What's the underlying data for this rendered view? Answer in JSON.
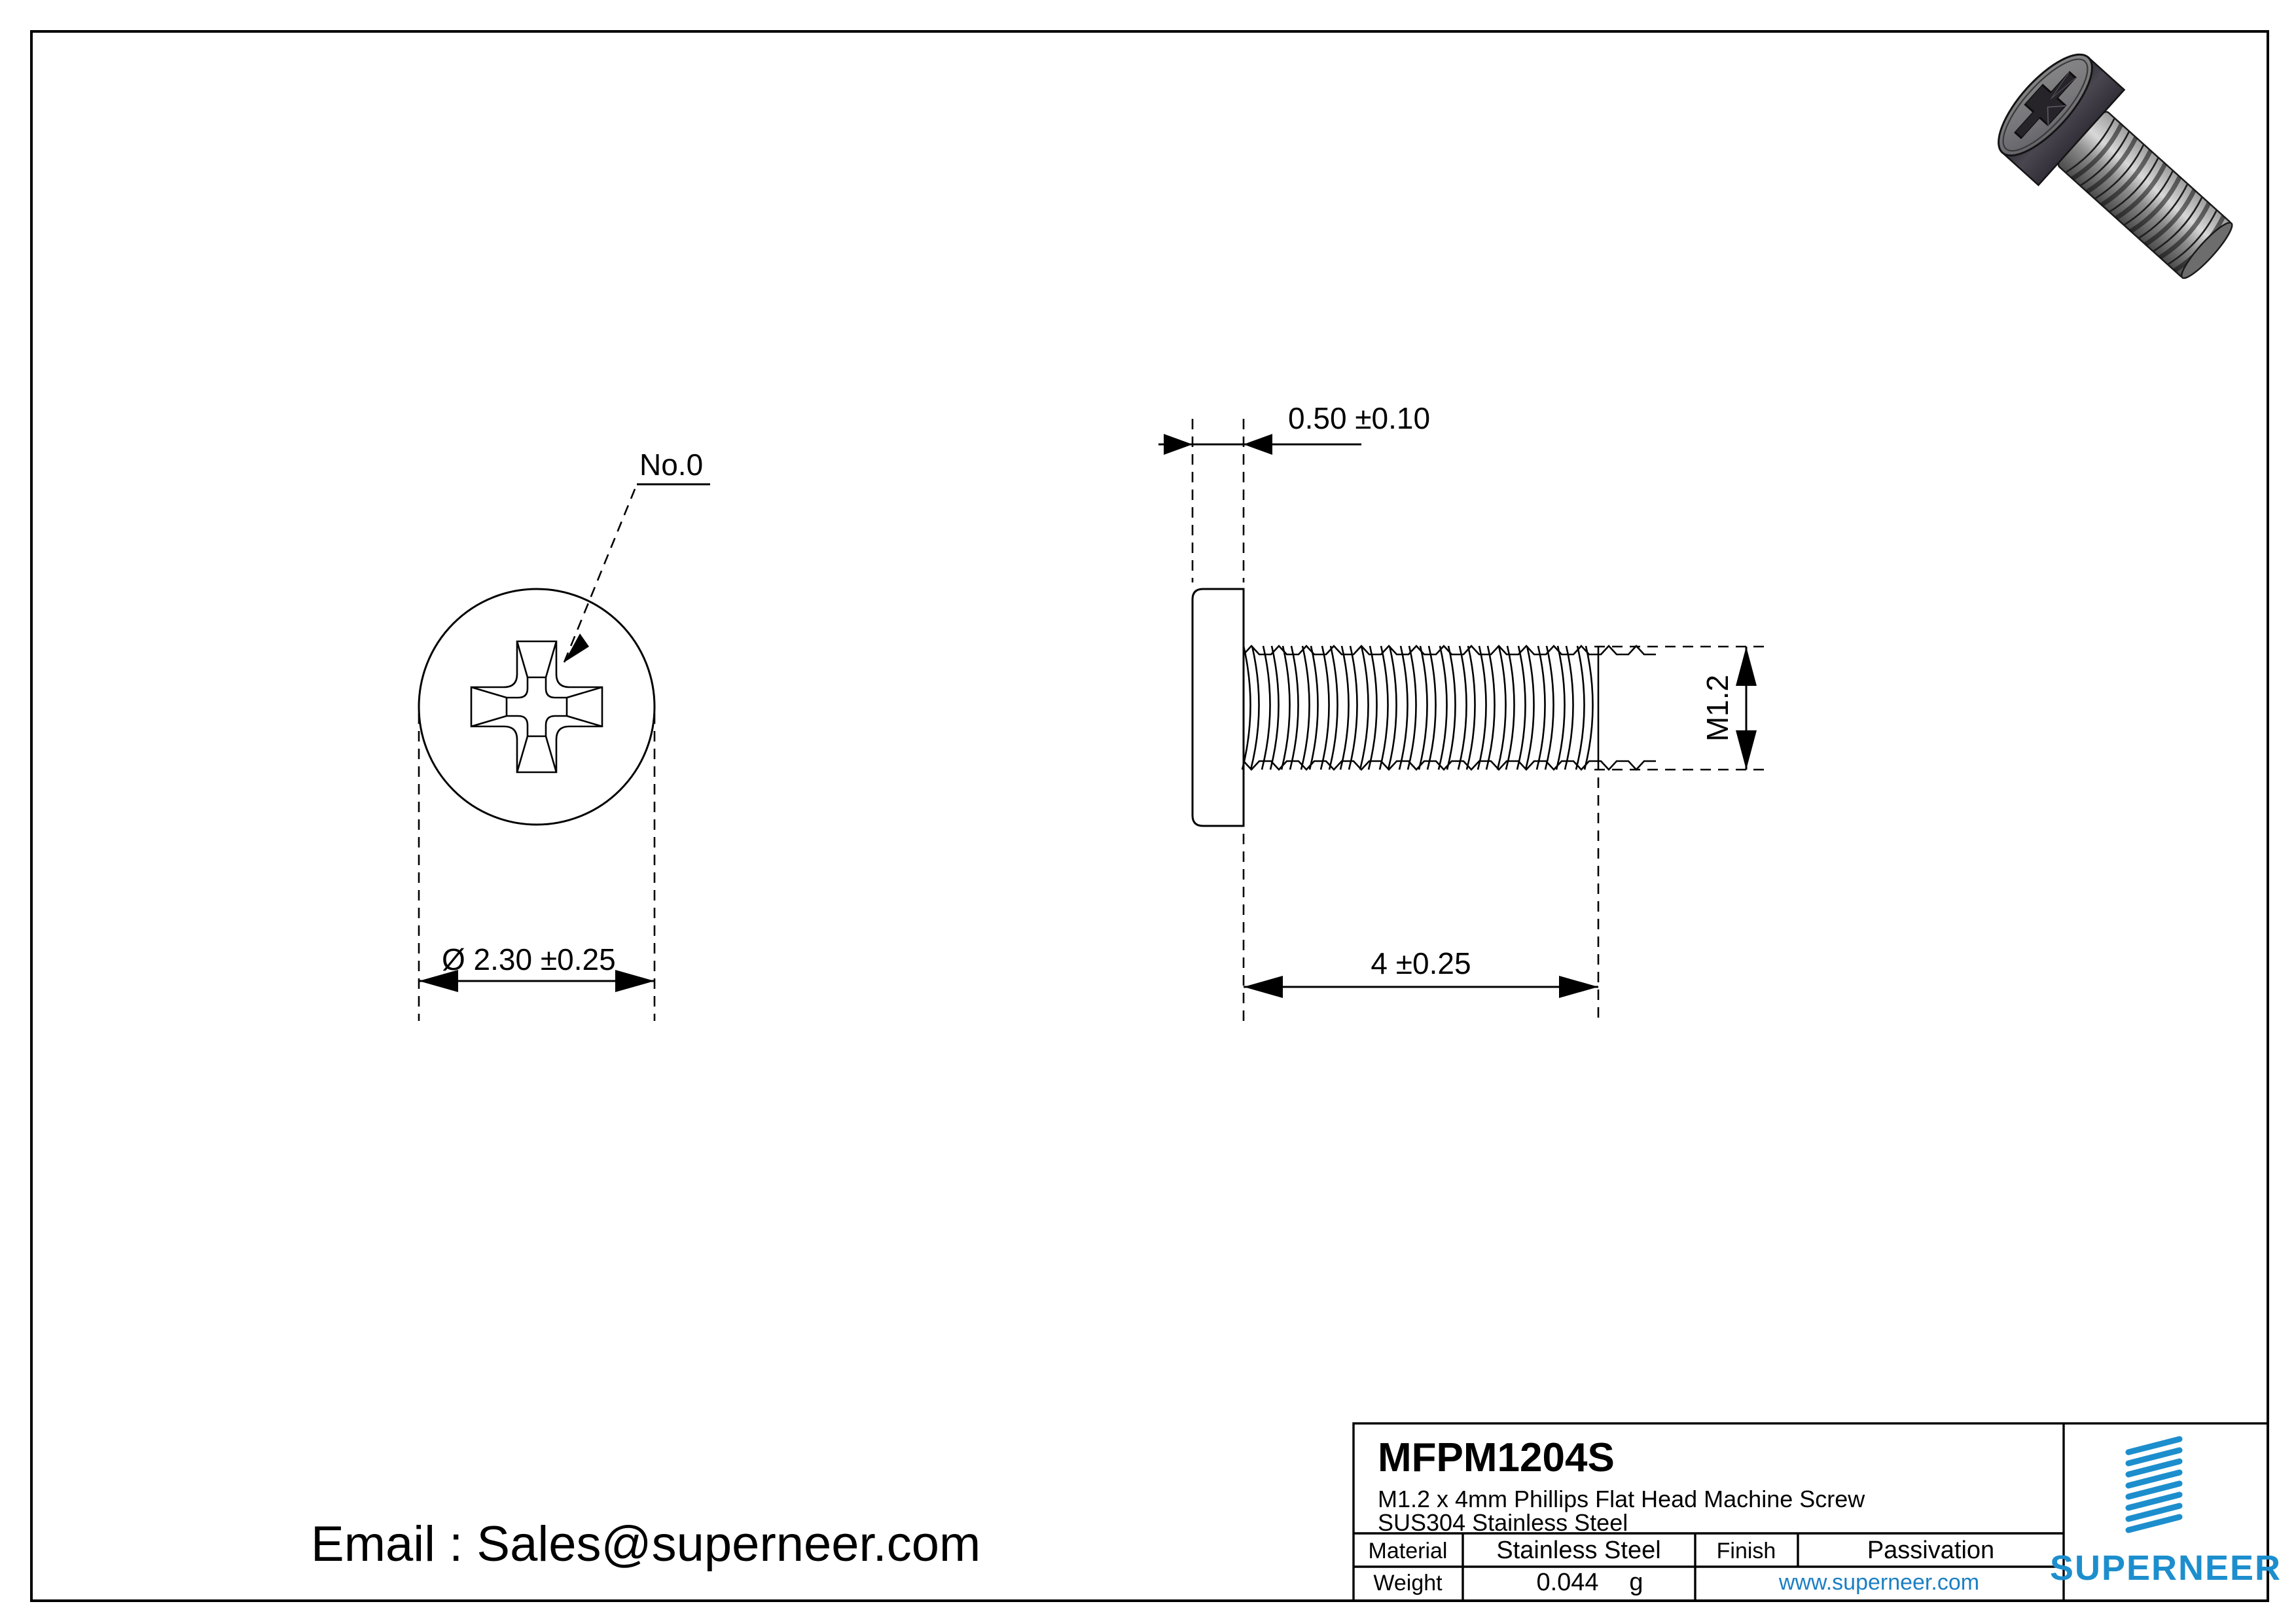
{
  "document": {
    "type": "engineering-drawing",
    "sheet_width": 3508,
    "sheet_height": 2480
  },
  "views": {
    "front_view": {
      "name": "head-end-view",
      "drive_callout": "No.0",
      "diameter_dimension": "Ø 2.30 ±0.25"
    },
    "side_view": {
      "name": "side-profile-view",
      "head_thickness_dimension": "0.50 ±0.10",
      "thread_diameter_dimension": "M1.2",
      "length_dimension": "4 ±0.25"
    },
    "iso_view": {
      "name": "isometric-render",
      "body_color": "#6e6e6e",
      "shadow_color": "#3a3540"
    }
  },
  "title_block": {
    "part_number": "MFPM1204S",
    "description_line1": "M1.2 x 4mm Phillips Flat Head Machine Screw",
    "description_line2": "SUS304 Stainless Steel",
    "material_label": "Material",
    "material_value": "Stainless Steel",
    "finish_label": "Finish",
    "finish_value": "Passivation",
    "weight_label": "Weight",
    "weight_value": "0.044",
    "weight_unit": "g",
    "website": "www.superneer.com"
  },
  "brand": {
    "name": "SUPERNEER",
    "accent_color": "#1d8ecd",
    "logo_bar_count": 8
  },
  "contact": {
    "email_line": "Email : Sales@superneer.com"
  }
}
